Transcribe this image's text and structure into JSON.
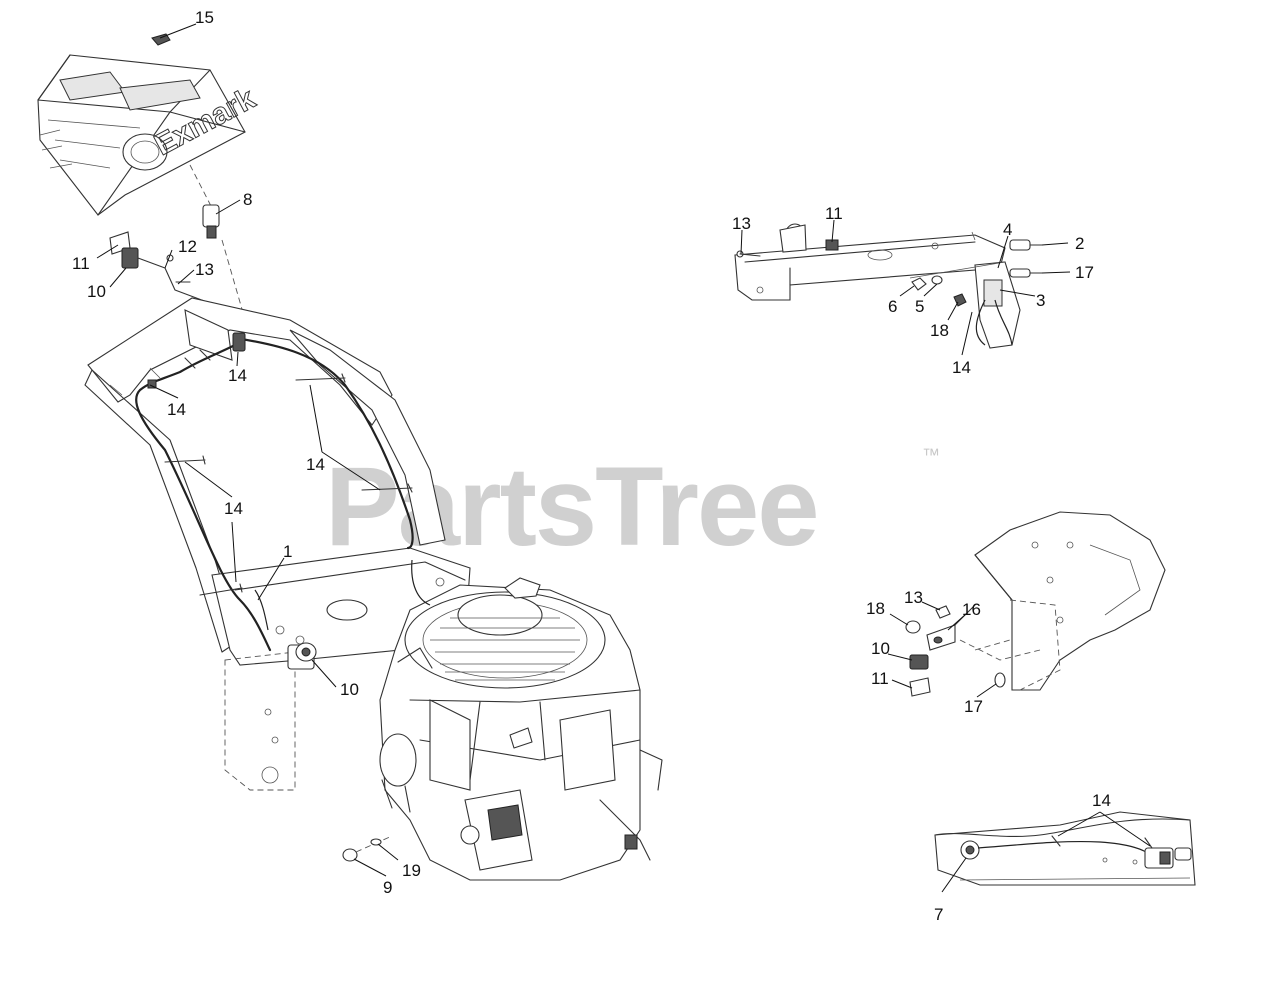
{
  "watermark": {
    "text": "PartsTree",
    "trademark": "™"
  },
  "logo": {
    "text": "Exmark"
  },
  "callouts": [
    {
      "id": "c15",
      "label": "15"
    },
    {
      "id": "c8",
      "label": "8"
    },
    {
      "id": "c11a",
      "label": "11"
    },
    {
      "id": "c12",
      "label": "12"
    },
    {
      "id": "c13a",
      "label": "13"
    },
    {
      "id": "c10a",
      "label": "10"
    },
    {
      "id": "c14a",
      "label": "14"
    },
    {
      "id": "c14b",
      "label": "14"
    },
    {
      "id": "c14c",
      "label": "14"
    },
    {
      "id": "c14d",
      "label": "14"
    },
    {
      "id": "c1",
      "label": "1"
    },
    {
      "id": "c10b",
      "label": "10"
    },
    {
      "id": "c19",
      "label": "19"
    },
    {
      "id": "c9",
      "label": "9"
    },
    {
      "id": "c13b",
      "label": "13"
    },
    {
      "id": "c11b",
      "label": "11"
    },
    {
      "id": "c4",
      "label": "4"
    },
    {
      "id": "c2",
      "label": "2"
    },
    {
      "id": "c17a",
      "label": "17"
    },
    {
      "id": "c6",
      "label": "6"
    },
    {
      "id": "c5",
      "label": "5"
    },
    {
      "id": "c3",
      "label": "3"
    },
    {
      "id": "c18a",
      "label": "18"
    },
    {
      "id": "c14e",
      "label": "14"
    },
    {
      "id": "c18b",
      "label": "18"
    },
    {
      "id": "c13c",
      "label": "13"
    },
    {
      "id": "c16",
      "label": "16"
    },
    {
      "id": "c10c",
      "label": "10"
    },
    {
      "id": "c11c",
      "label": "11"
    },
    {
      "id": "c17b",
      "label": "17"
    },
    {
      "id": "c14f",
      "label": "14"
    },
    {
      "id": "c7",
      "label": "7"
    }
  ]
}
